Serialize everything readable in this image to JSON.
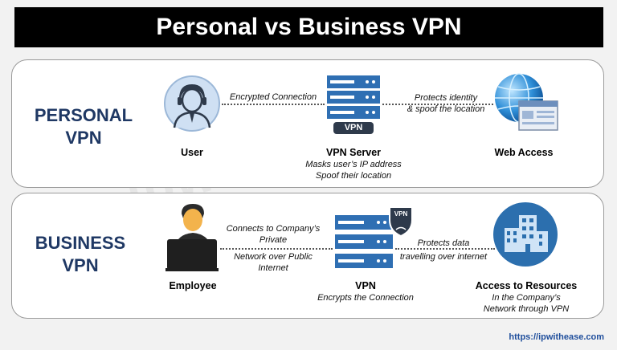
{
  "title": "Personal vs Business VPN",
  "personal": {
    "section_label_line1": "PERSONAL",
    "section_label_line2": "VPN",
    "user_label": "User",
    "link1_label": "Encrypted Connection",
    "server_label": "VPN Server",
    "server_badge": "VPN",
    "server_note_line1": "Masks user’s IP address",
    "server_note_line2": "Spoof their location",
    "link2_line1": "Protects identity",
    "link2_line2": "& spoof the location",
    "web_label": "Web Access"
  },
  "business": {
    "section_label_line1": "BUSINESS",
    "section_label_line2": "VPN",
    "employee_label": "Employee",
    "link1_line1": "Connects to Company’s",
    "link1_line2": "Private",
    "link1_line3": "Network over Public",
    "link1_line4": "Internet",
    "vpn_label": "VPN",
    "vpn_badge": "VPN",
    "vpn_note": "Encrypts the Connection",
    "link2_line1": "Protects data",
    "link2_line2": "travelling over internet",
    "resources_label": "Access to Resources",
    "resources_note_line1": "In the Company’s",
    "resources_note_line2": "Network through VPN"
  },
  "watermark": "ipwithease.com",
  "url": "https://ipwithease.com",
  "colors": {
    "navy": "#1f3864",
    "server_blue": "#2f6fb3",
    "badge_dark": "#2e3a4b",
    "user_circle": "#cfe0f3",
    "building_circle": "#2c6fae"
  },
  "icons": [
    "user-icon",
    "vpn-server-icon",
    "globe-web-icon",
    "employee-laptop-icon",
    "vpn-shield-server-icon",
    "office-building-icon"
  ]
}
